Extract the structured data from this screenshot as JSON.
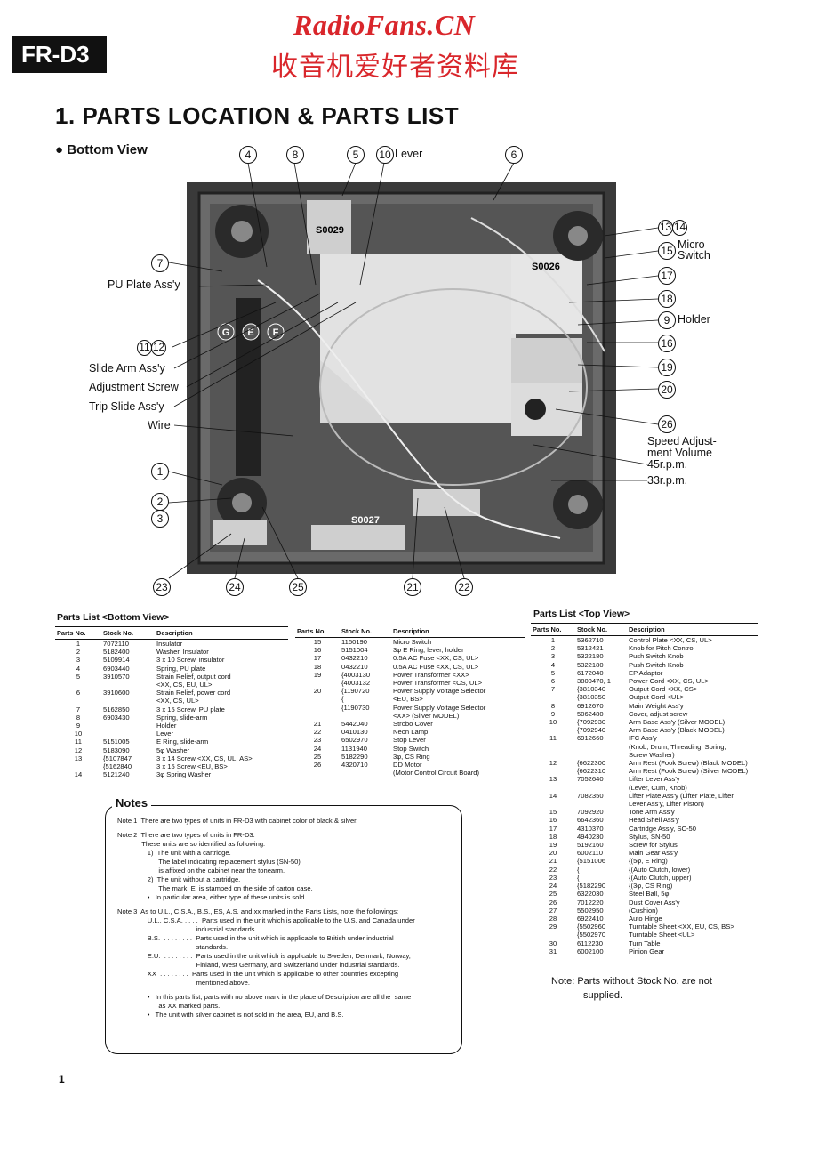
{
  "header": {
    "model": "FR-D3",
    "watermark_en": "RadioFans.CN",
    "watermark_cn": "收音机爱好者资料库",
    "title": "1. PARTS LOCATION & PARTS LIST",
    "view_label": "● Bottom View",
    "page_number": "1"
  },
  "diagram": {
    "switch_labels": [
      "S0029",
      "S0026",
      "S0027"
    ],
    "letter_marks": [
      "G",
      "E",
      "F"
    ],
    "callouts": {
      "c1": "1",
      "c2": "2",
      "c3": "3",
      "c4": "4",
      "c5": "5",
      "c6": "6",
      "c7": "7",
      "c8": "8",
      "c9": "9",
      "c10": "10",
      "c11_12a": "11",
      "c11_12b": "12",
      "c13_14a": "13",
      "c13_14b": "14",
      "c15": "15",
      "c16": "16",
      "c17": "17",
      "c18": "18",
      "c19": "19",
      "c20": "20",
      "c21": "21",
      "c22": "22",
      "c23": "23",
      "c24": "24",
      "c25": "25",
      "c26": "26"
    },
    "labels": {
      "lever": "Lever",
      "micro_switch_1": "Micro",
      "micro_switch_2": "Switch",
      "holder": "Holder",
      "pu_plate": "PU Plate Ass'y",
      "slide_arm": "Slide Arm Ass'y",
      "adj_screw": "Adjustment Screw",
      "trip_slide": "Trip Slide Ass'y",
      "wire": "Wire",
      "speed_adj_1": "Speed Adjust-",
      "speed_adj_2": "ment Volume",
      "rpm45": "45r.p.m.",
      "rpm33": "33r.p.m."
    }
  },
  "bottom_list": {
    "title": "Parts List <Bottom View>",
    "headers": [
      "Parts No.",
      "Stock No.",
      "Description"
    ],
    "rows_left": [
      [
        "1",
        "7072110",
        "Insulator"
      ],
      [
        "2",
        "5182400",
        "Washer, Insulator"
      ],
      [
        "3",
        "5109914",
        "3 x 10 Screw, insulator"
      ],
      [
        "4",
        "6903440",
        "Spring, PU plate"
      ],
      [
        "5",
        "3910570",
        "Strain Relief, output cord"
      ],
      [
        "",
        "",
        "<XX, CS, EU, UL>"
      ],
      [
        "6",
        "3910600",
        "Strain Relief, power cord"
      ],
      [
        "",
        "",
        "<XX, CS, UL>"
      ],
      [
        "7",
        "5162850",
        "3 x 15 Screw, PU plate"
      ],
      [
        "8",
        "6903430",
        "Spring, slide-arm"
      ],
      [
        "9",
        "",
        "Holder"
      ],
      [
        "10",
        "",
        "Lever"
      ],
      [
        "11",
        "5151005",
        "E Ring, slide-arm"
      ],
      [
        "12",
        "5183090",
        "5φ Washer"
      ],
      [
        "13",
        "{5107847",
        "3 x 14 Screw <XX, CS, UL, AS>"
      ],
      [
        "",
        "{5162840",
        "3 x 15 Screw <EU, BS>"
      ],
      [
        "14",
        "5121240",
        "3φ Spring Washer"
      ]
    ],
    "rows_right": [
      [
        "15",
        "1160190",
        "Micro Switch"
      ],
      [
        "16",
        "5151004",
        "3φ E Ring, lever, holder"
      ],
      [
        "17",
        "0432210",
        "0.5A AC Fuse <XX, CS, UL>"
      ],
      [
        "18",
        "0432210",
        "0.5A AC Fuse <XX, CS, UL>"
      ],
      [
        "19",
        "{4003130",
        "Power Transformer <XX>"
      ],
      [
        "",
        "{4003132",
        "Power Transformer <CS, UL>"
      ],
      [
        "20",
        "{1190720",
        "Power Supply Voltage Selector"
      ],
      [
        "",
        "{",
        "<EU, BS>"
      ],
      [
        "",
        "{1190730",
        "Power Supply Voltage Selector"
      ],
      [
        "",
        "",
        "<XX> (Silver MODEL)"
      ],
      [
        "21",
        "5442040",
        "Strobo Cover"
      ],
      [
        "22",
        "0410130",
        "Neon Lamp"
      ],
      [
        "23",
        "6502970",
        "Stop Lever"
      ],
      [
        "24",
        "1131940",
        "Stop Switch"
      ],
      [
        "25",
        "5182290",
        "3φ, CS Ring"
      ],
      [
        "26",
        "4320710",
        "DD Motor"
      ],
      [
        "",
        "",
        "(Motor Control Circuit Board)"
      ]
    ]
  },
  "top_list": {
    "title": "Parts List <Top View>",
    "headers": [
      "Parts No.",
      "Stock No.",
      "Description"
    ],
    "rows": [
      [
        "1",
        "5362710",
        "Control Plate <XX, CS, UL>"
      ],
      [
        "2",
        "5312421",
        "Knob for Pitch Control"
      ],
      [
        "3",
        "5322180",
        "Push Switch Knob"
      ],
      [
        "4",
        "5322180",
        "Push Switch Knob"
      ],
      [
        "5",
        "6172040",
        "EP Adaptor"
      ],
      [
        "6",
        "3800470, 1",
        "Power Cord <XX, CS, UL>"
      ],
      [
        "7",
        "{3810340",
        "Output Cord <XX, CS>"
      ],
      [
        "",
        "{3810350",
        "Output Cord <UL>"
      ],
      [
        "8",
        "6912670",
        "Main Weight Ass'y"
      ],
      [
        "9",
        "5062480",
        "Cover, adjust screw"
      ],
      [
        "10",
        "{7092930",
        "Arm Base Ass'y (Silver MODEL)"
      ],
      [
        "",
        "{7092940",
        "Arm Base Ass'y (Black MODEL)"
      ],
      [
        "11",
        "6912660",
        "IFC Ass'y"
      ],
      [
        "",
        "",
        "(Knob, Drum, Threading, Spring,"
      ],
      [
        "",
        "",
        "Screw Washer)"
      ],
      [
        "12",
        "{6622300",
        "Arm Rest (Fook Screw) (Black MODEL)"
      ],
      [
        "",
        "{6622310",
        "Arm Rest (Fook Screw) (Silver MODEL)"
      ],
      [
        "13",
        "7052640",
        "Lifter Lever Ass'y"
      ],
      [
        "",
        "",
        "(Lever, Cum, Knob)"
      ],
      [
        "14",
        "7082350",
        "Lifter Plate Ass'y (Lifter Plate, Lifter"
      ],
      [
        "",
        "",
        "Lever Ass'y, Lifter Piston)"
      ],
      [
        "15",
        "7092920",
        "Tone Arm Ass'y"
      ],
      [
        "16",
        "6642360",
        "Head Shell Ass'y"
      ],
      [
        "17",
        "4310370",
        "Cartridge Ass'y, SC-50"
      ],
      [
        "18",
        "4940230",
        "Stylus, SN-50"
      ],
      [
        "19",
        "5192160",
        "Screw for Stylus"
      ],
      [
        "20",
        "6002110",
        "Main Gear Ass'y"
      ],
      [
        "21",
        "{5151006",
        "{(5φ, E Ring)"
      ],
      [
        "22",
        "{",
        "{(Auto Clutch, lower)"
      ],
      [
        "23",
        "{",
        "{(Auto Clutch, upper)"
      ],
      [
        "24",
        "{5182290",
        "{(3φ, CS Ring)"
      ],
      [
        "25",
        "6322030",
        "Steel Ball, 5φ"
      ],
      [
        "26",
        "7012220",
        "Dust Cover Ass'y"
      ],
      [
        "27",
        "5502950",
        "(Cushion)"
      ],
      [
        "28",
        "6922410",
        "Auto Hinge"
      ],
      [
        "29",
        "{5502960",
        "Turntable Sheet <XX, EU, CS, BS>"
      ],
      [
        "",
        "{5502970",
        "Turntable Sheet <UL>"
      ],
      [
        "30",
        "6112230",
        "Turn Table"
      ],
      [
        "31",
        "6002100",
        "Pinion Gear"
      ]
    ],
    "footnote_1": "Note: Parts without Stock No. are not",
    "footnote_2": "supplied."
  },
  "notes": {
    "title": "Notes",
    "lines": [
      "Note 1  There are two types of units in FR-D3 with cabinet color of black & silver.",
      "",
      "Note 2  There are two types of units in FR-D3.",
      "             These units are so identified as following.",
      "                1)  The unit with a cartridge.",
      "                      The label indicating replacement stylus (SN-50)",
      "                      is affixed on the cabinet near the tonearm.",
      "                2)  The unit without a cartridge.",
      "                      The mark  E  is stamped on the side of carton case.",
      "                •   In particular area, either type of these units is sold.",
      "",
      "Note 3  As to U.L., C.S.A., B.S., ES, A.S. and xx marked in the Parts Lists, note the followings:",
      "                U.L., C.S.A. . . . .  Parts used in the unit which is applicable to the U.S. and Canada under",
      "                                          industrial standards.",
      "                B.S.  . . . . . . . .  Parts used in the unit which is applicable to British under industrial",
      "                                          standards.",
      "                E.U.  . . . . . . . .  Parts used in the unit which is applicable to Sweden, Denmark, Norway,",
      "                                          Finland, West Germany, and Switzerland under industrial standards.",
      "                XX  . . . . . . . .  Parts used in the unit which is applicable to other countries excepting",
      "                                          mentioned above.",
      "",
      "                •   In this parts list, parts with no above mark in the place of Description are all the  same",
      "                      as XX marked parts.",
      "                •   The unit with silver cabinet is not sold in the area, EU, and B.S."
    ]
  }
}
